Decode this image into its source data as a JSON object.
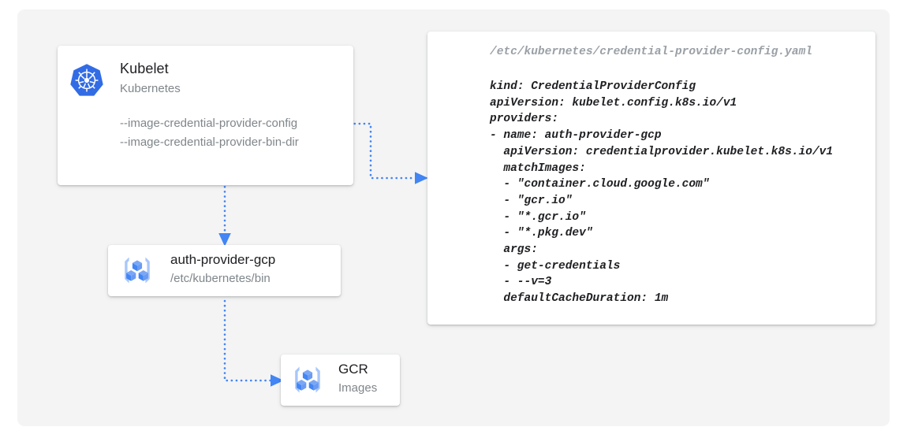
{
  "canvas": {
    "background_color": "#f4f4f4",
    "page_background_color": "#ffffff"
  },
  "accent": {
    "connector_color": "#4285f4",
    "kubernetes_blue": "#326ce5",
    "gcp_icon_blue": "#4285f4",
    "gcp_icon_light_blue": "#a8c7fa"
  },
  "nodes": {
    "kubelet": {
      "icon": "kubernetes-helm-icon",
      "title": "Kubelet",
      "subtitle": "Kubernetes",
      "flags": [
        "--image-credential-provider-config",
        "--image-credential-provider-bin-dir"
      ]
    },
    "auth_provider": {
      "icon": "container-registry-icon",
      "title": "auth-provider-gcp",
      "subtitle": "/etc/kubernetes/bin"
    },
    "gcr": {
      "icon": "container-registry-icon",
      "title": "GCR",
      "subtitle": "Images"
    }
  },
  "code_block": {
    "path": "/etc/kubernetes/credential-provider-config.yaml",
    "content": "kind: CredentialProviderConfig\napiVersion: kubelet.config.k8s.io/v1\nproviders:\n- name: auth-provider-gcp\n  apiVersion: credentialprovider.kubelet.k8s.io/v1\n  matchImages:\n  - \"container.cloud.google.com\"\n  - \"gcr.io\"\n  - \"*.gcr.io\"\n  - \"*.pkg.dev\"\n  args:\n  - get-credentials\n  - --v=3\n  defaultCacheDuration: 1m"
  },
  "connectors": [
    {
      "name": "kubelet-config-to-code-block",
      "from": "kubelet.flags.config",
      "to": "code-block",
      "style": "dotted",
      "arrowhead": "right"
    },
    {
      "name": "kubelet-to-auth-provider",
      "from": "kubelet",
      "to": "auth-provider",
      "style": "dotted",
      "arrowhead": "down"
    },
    {
      "name": "auth-provider-to-gcr",
      "from": "auth-provider",
      "to": "gcr",
      "style": "dotted",
      "arrowhead": "right"
    }
  ]
}
